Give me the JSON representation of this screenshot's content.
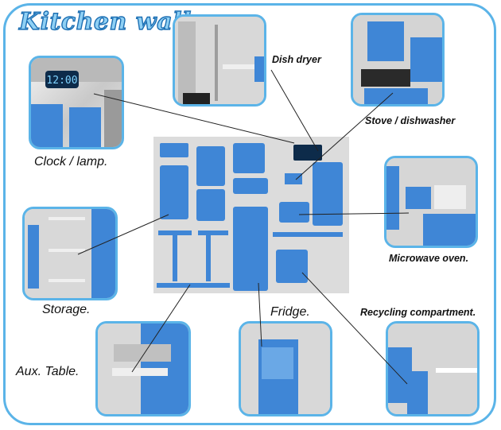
{
  "title": "Kitchen wall",
  "labels": {
    "dish_dryer": "Dish dryer",
    "stove": "Stove / dishwasher",
    "clock": "Clock / lamp.",
    "storage": "Storage.",
    "microwave": "Microwave oven.",
    "fridge": "Fridge.",
    "recycling": "Recycling compartment.",
    "aux_table": "Aux. Table."
  },
  "clock_display": "12:00",
  "colors": {
    "accent_blue": "#3f86d6",
    "frame_blue": "#5bb4e8",
    "panel_gray": "#dcdcdc",
    "title_fill": "#8fd0f4"
  },
  "icons": [
    "hand-pointer-icon",
    "recycle-icon",
    "callout-ring-icon"
  ]
}
